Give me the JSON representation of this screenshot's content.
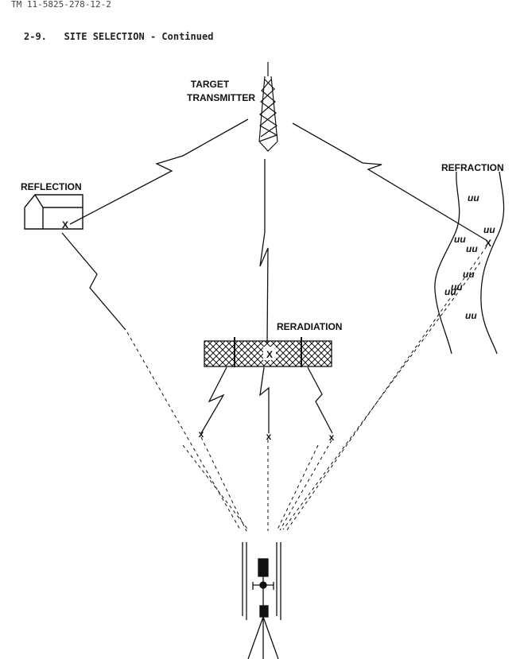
{
  "header": {
    "doc_id": "TM 11-5825-278-12-2",
    "section_title": "2-9.   SITE SELECTION - Continued"
  },
  "diagram": {
    "labels": {
      "target_line1": "TARGET",
      "target_line2": "TRANSMITTER",
      "reflection": "REFLECTION",
      "refraction": "REFRACTION",
      "reradiation": "RERADIATION"
    },
    "marks": {
      "reflection_point": "X",
      "reradiation_point": "X",
      "receiver_point": "x"
    },
    "water_glyph": "uu"
  }
}
